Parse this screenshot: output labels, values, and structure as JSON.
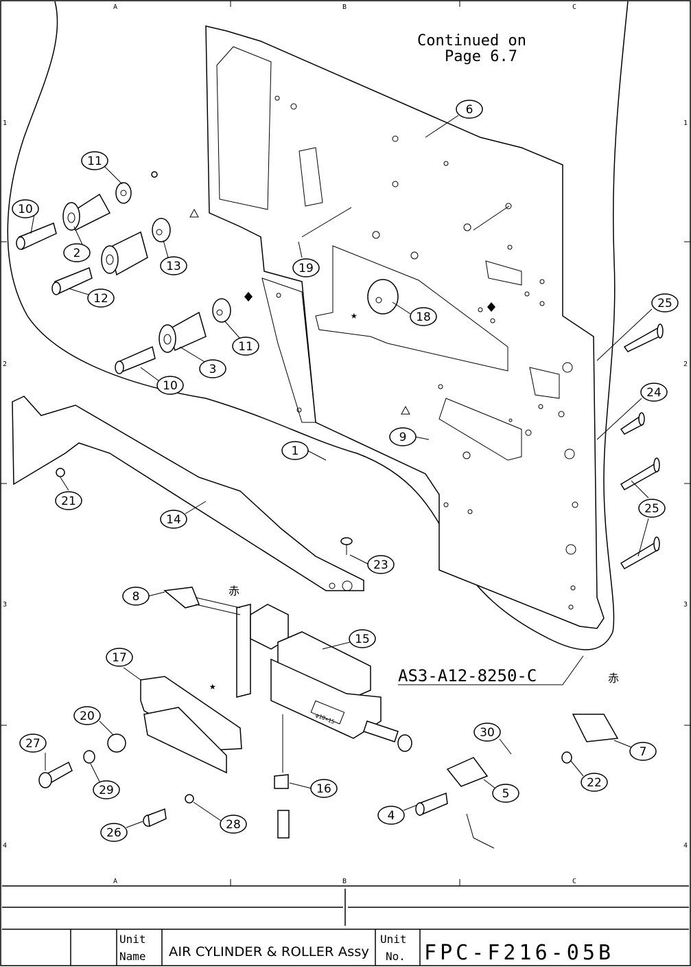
{
  "drawing": {
    "note_continued_line1": "Continued on",
    "note_continued_line2": "Page 6.7",
    "part_number_label": "AS3-A12-8250-C",
    "color_mark_1": "赤",
    "color_mark_2": "赤",
    "cylinder_label": "φ10×15",
    "grid_columns_top": [
      "A",
      "B",
      "C"
    ],
    "grid_columns_bottom": [
      "A",
      "B",
      "C"
    ],
    "grid_rows_left": [
      "1",
      "2",
      "3",
      "4"
    ],
    "grid_rows_right": [
      "1",
      "2",
      "3",
      "4"
    ],
    "symbols": [
      "triangle",
      "diamond",
      "star",
      "asterisk-mark"
    ]
  },
  "callouts": [
    "11",
    "10",
    "2",
    "13",
    "12",
    "11",
    "3",
    "10",
    "6",
    "19",
    "18",
    "25",
    "24",
    "9",
    "1",
    "21",
    "14",
    "25",
    "23",
    "8",
    "15",
    "17",
    "20",
    "27",
    "29",
    "16",
    "30",
    "7",
    "5",
    "22",
    "4",
    "26",
    "28"
  ],
  "title_block": {
    "unit_name_label_1": "Unit",
    "unit_name_label_2": "Name",
    "unit_name": "AIR CYLINDER & ROLLER Assy",
    "unit_no_label_1": "Unit",
    "unit_no_label_2": "No.",
    "unit_no": "FPC-F216-05B"
  }
}
